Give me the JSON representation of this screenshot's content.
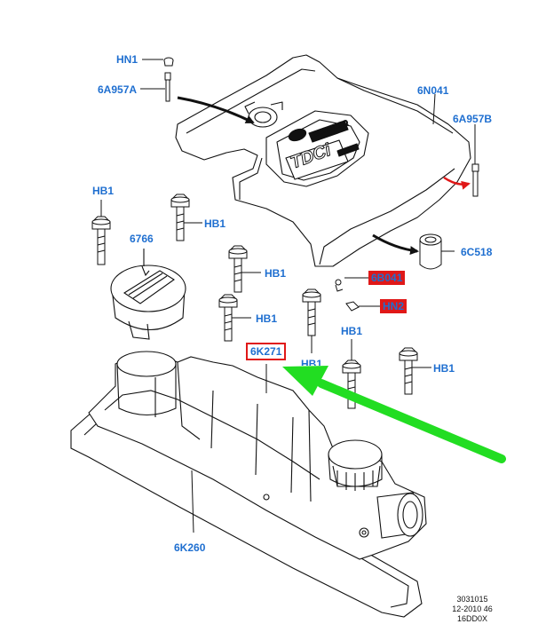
{
  "diagram": {
    "labels": {
      "hn1": "HN1",
      "a6957a": "6A957A",
      "n6041": "6N041",
      "a6957b": "6A957B",
      "hb1_left_top": "HB1",
      "hb1_a": "HB1",
      "c6766": "6766",
      "c6c518": "6C518",
      "hb1_b": "HB1",
      "c6b041": "6B041",
      "hb1_c": "HB1",
      "hn2": "HN2",
      "hb1_right": "HB1",
      "k6271": "6K271",
      "hb1_partial": "HB1",
      "hb1_far": "HB1",
      "k6260": "6K260"
    },
    "reference": {
      "line1": "3031015",
      "line2": "12-2010 46",
      "line3": "16DD0X"
    },
    "colors": {
      "label": "#1f6fd0",
      "highlight": "#e01818",
      "arrow_green": "#22dd22",
      "arrow_red": "#e01818",
      "line": "#111111"
    }
  }
}
